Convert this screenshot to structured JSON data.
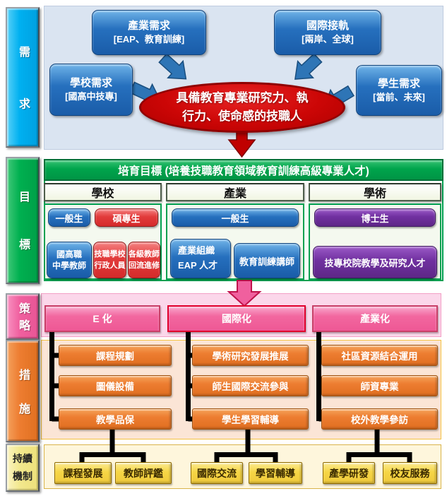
{
  "sections": {
    "needs": "需求",
    "goals": "目標",
    "strategy": "策略",
    "measures": "措施",
    "mechanism": "持續機制"
  },
  "needs": {
    "school": {
      "title": "學校需求",
      "subtitle": "[國高中技專]"
    },
    "industry": {
      "title": "產業需求",
      "subtitle": "[EAP、教育訓練]"
    },
    "global": {
      "title": "國際接軌",
      "subtitle": "[兩岸、全球]"
    },
    "student": {
      "title": "學生需求",
      "subtitle": "[當前、未來]"
    },
    "core": {
      "line1": "具備教育專業研究力、執",
      "line2": "行力、使命感的技職人"
    }
  },
  "goals": {
    "header": "培育目標 (培養技職教育領域教育訓練高級專業人才)",
    "school": {
      "title": "學校",
      "general": "一般生",
      "master": "碩專生",
      "teacher": {
        "line1": "國高職",
        "line2": "中學教師"
      },
      "admin": {
        "line1": "技職學校",
        "line2": "行政人員"
      },
      "refresher": {
        "line1": "各級教師",
        "line2": "回流進修"
      }
    },
    "industry": {
      "title": "產業",
      "general": "一般生",
      "eap": {
        "line1": "產業組織",
        "line2": "EAP 人才"
      },
      "trainer": "教育訓練講師"
    },
    "academia": {
      "title": "學術",
      "phd": "博士生",
      "researcher": "技專校院教學及研究人才"
    }
  },
  "strategy": {
    "items": [
      "E 化",
      "國際化",
      "產業化"
    ]
  },
  "measures": {
    "e_col": [
      "課程規劃",
      "圖儀設備",
      "教學品保"
    ],
    "intl_col": [
      "學術研究發展推展",
      "師生國際交流參與",
      "學生學習輔導"
    ],
    "industry_col": [
      "社區資源結合運用",
      "師資專業",
      "校外教學參訪"
    ]
  },
  "mechanism": {
    "e_col": [
      "課程發展",
      "教師評鑑"
    ],
    "intl_col": [
      "國際交流",
      "學習輔導"
    ],
    "industry_col": [
      "產學研發",
      "校友服務"
    ]
  },
  "colors": {
    "cyan": "#00B0F0",
    "green": "#00B050",
    "blue": "#2670BE",
    "red": "#E23B3B",
    "dark_red": "#C00000",
    "purple": "#7030A0",
    "pink": "#F2679F",
    "orange": "#ED7D31",
    "gold": "#F6D645"
  }
}
